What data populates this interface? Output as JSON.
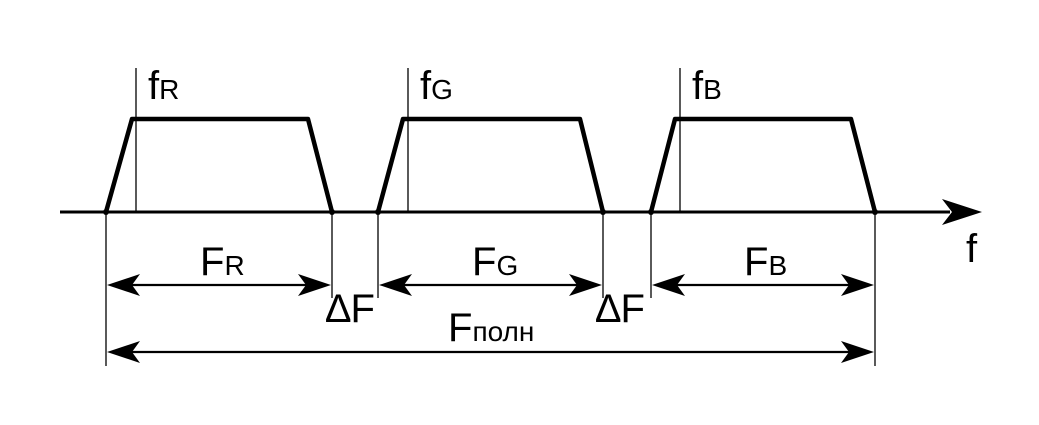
{
  "axis": {
    "label": "f"
  },
  "bands": [
    {
      "id": "r",
      "carrier_main": "f",
      "carrier_sub": "R",
      "width_main": "F",
      "width_sub": "R"
    },
    {
      "id": "g",
      "carrier_main": "f",
      "carrier_sub": "G",
      "width_main": "F",
      "width_sub": "G"
    },
    {
      "id": "b",
      "carrier_main": "f",
      "carrier_sub": "B",
      "width_main": "F",
      "width_sub": "B"
    }
  ],
  "gaps": [
    {
      "label": "∆F"
    },
    {
      "label": "∆F"
    }
  ],
  "total": {
    "main": "F",
    "sub": "полн"
  }
}
